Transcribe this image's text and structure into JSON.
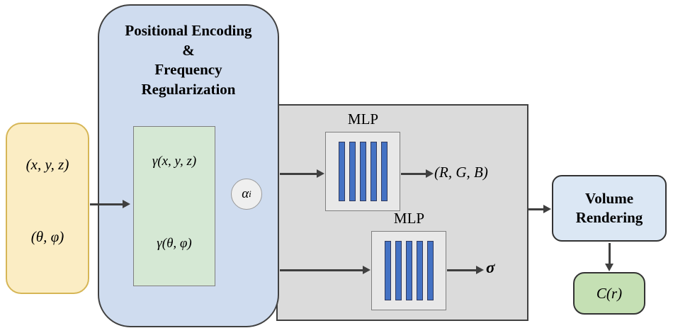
{
  "colors": {
    "input-fill": "#fbedc4",
    "input-border": "#d6b656",
    "encoder-fill": "#cfdcef",
    "gamma-fill": "#d5e8d4",
    "panel-fill": "#dbdbdb",
    "mlp-fill": "#e8e8e8",
    "bar-fill": "#4472c4",
    "volume-fill": "#dbe7f4",
    "green-fill": "#c5e0b4",
    "arrow": "#3f3f3f"
  },
  "input_box": {
    "line1": "(x, y, z)",
    "line2": "(θ, φ)"
  },
  "encoding": {
    "title": "Positional Encoding\n&\nFrequency\nRegularization",
    "gamma1": "γ(x, y, z)",
    "gamma2": "γ(θ, φ)",
    "alpha_base": "α",
    "alpha_sub": "i"
  },
  "mlp_top": {
    "label": "MLP",
    "output": "(R, G, B)"
  },
  "mlp_bottom": {
    "label": "MLP",
    "output": "σ"
  },
  "volume": {
    "title": "Volume\nRendering"
  },
  "final_output": {
    "label": "C(r)"
  }
}
